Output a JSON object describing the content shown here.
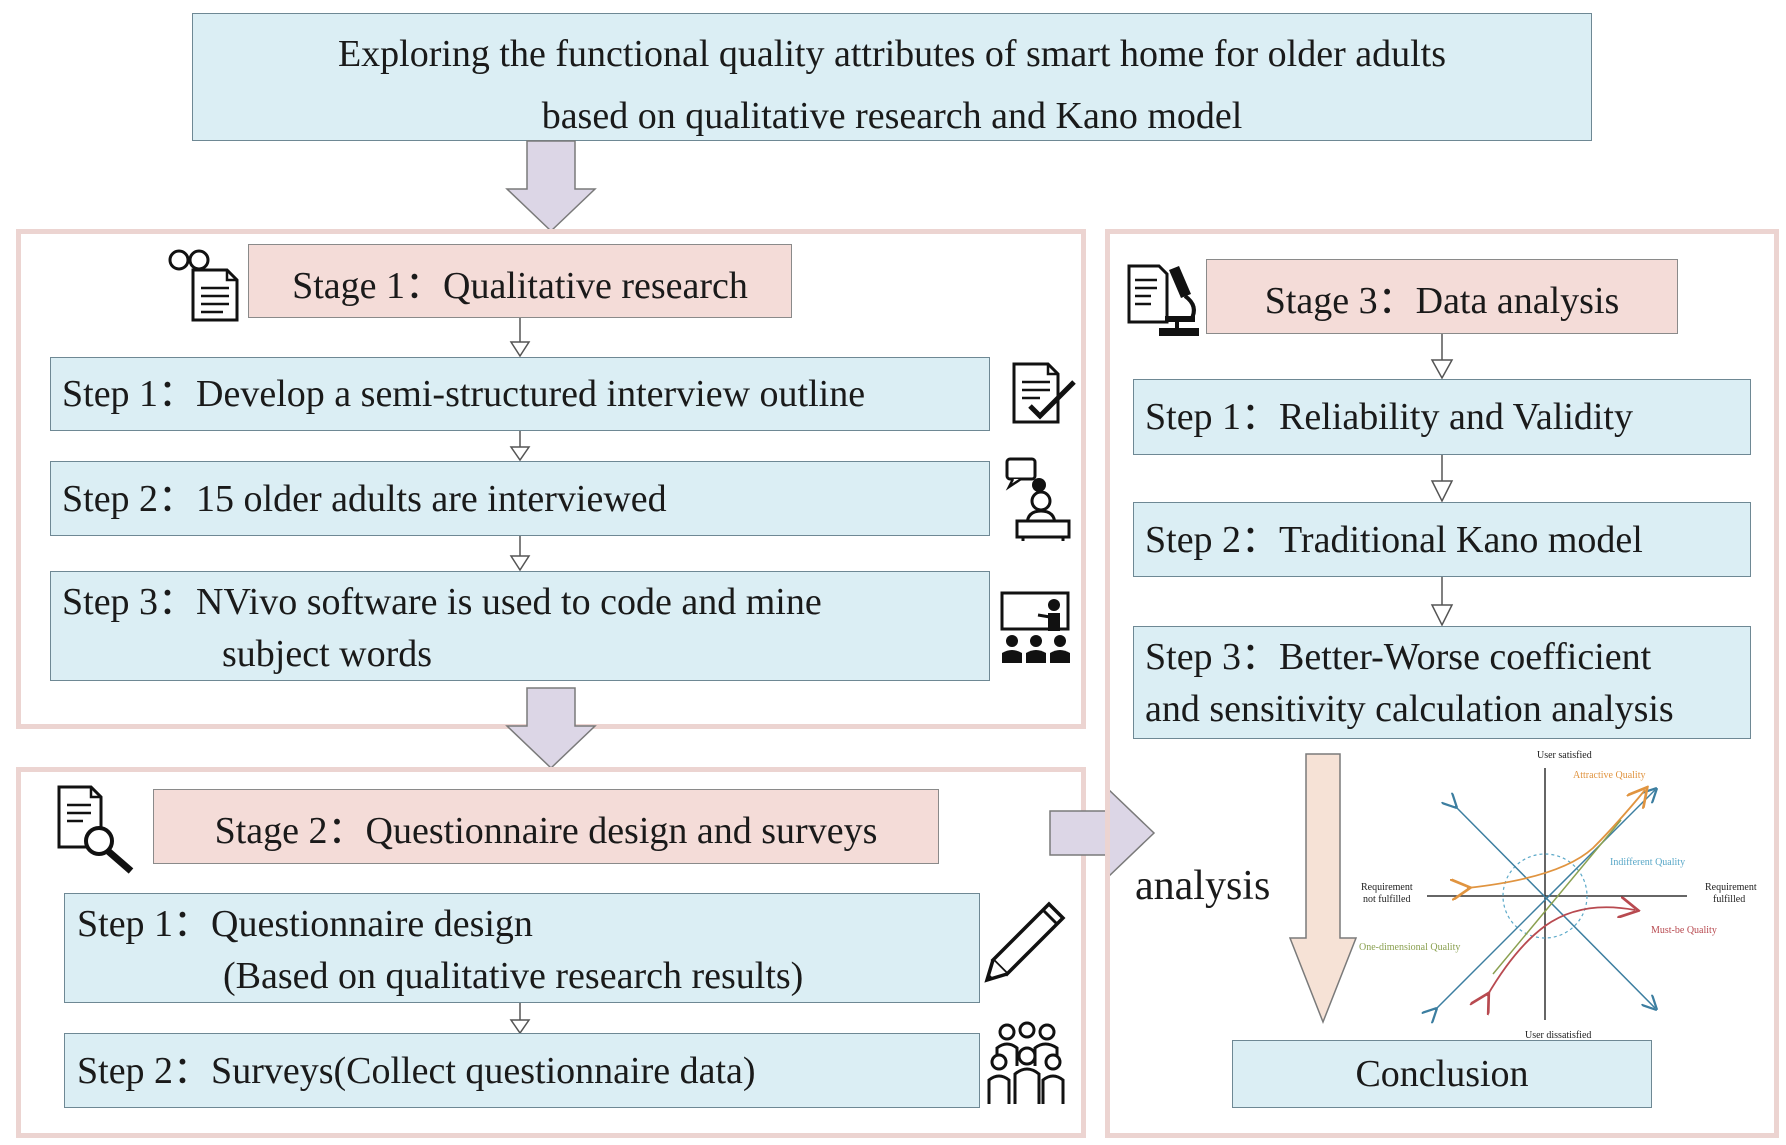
{
  "title": {
    "line1": "Exploring the functional quality attributes of smart home for older adults",
    "line2": "based on qualitative research and Kano model"
  },
  "stage1": {
    "label": "Stage 1：Qualitative research",
    "steps": [
      {
        "line1": "Step 1：Develop a semi-structured interview outline"
      },
      {
        "line1": "Step 2：15 older adults are interviewed"
      },
      {
        "line1": "Step 3：NVivo software is used to code and mine",
        "line2": "subject words"
      }
    ]
  },
  "stage2": {
    "label": "Stage 2：Questionnaire design and surveys",
    "steps": [
      {
        "line1": "Step 1：Questionnaire design",
        "line2": "(Based on qualitative research results)"
      },
      {
        "line1": "Step 2：Surveys(Collect questionnaire data)"
      }
    ]
  },
  "stage3": {
    "label": "Stage 3：Data analysis",
    "steps": [
      {
        "line1": "Step 1：Reliability and Validity"
      },
      {
        "line1": "Step 2：Traditional Kano model"
      },
      {
        "line1": "Step 3：Better-Worse coefficient",
        "line2": "and sensitivity calculation analysis"
      }
    ],
    "analysis_label": "analysis",
    "conclusion": "Conclusion"
  },
  "kano": {
    "top": "User satisfied",
    "bottom": "User dissatisfied",
    "left_line1": "Requirement",
    "left_line2": "not fulfilled",
    "right_line1": "Requirement",
    "right_line2": "fulfilled",
    "attractive": "Attractive Quality",
    "indifferent": "Indifferent Quality",
    "must_be": "Must-be Quality",
    "one_dimensional": "One-dimensional Quality"
  },
  "colors": {
    "box_fill": "#dbeef4",
    "stage_fill": "#f4dcd8",
    "frame": "#ecd4d1",
    "big_arrow": "#dcd6e6",
    "analysis_arrow": "#f6e2d6",
    "attractive": "#e09440",
    "indifferent": "#5aa8c8",
    "must_be": "#b84a50",
    "one_dimensional": "#8aa050",
    "diagonal": "#3c7ea0"
  },
  "icons": [
    "reading-document-icon",
    "checklist-edit-icon",
    "interview-icon",
    "presentation-icon",
    "search-document-icon",
    "pencil-icon",
    "group-people-icon",
    "microscope-report-icon"
  ]
}
